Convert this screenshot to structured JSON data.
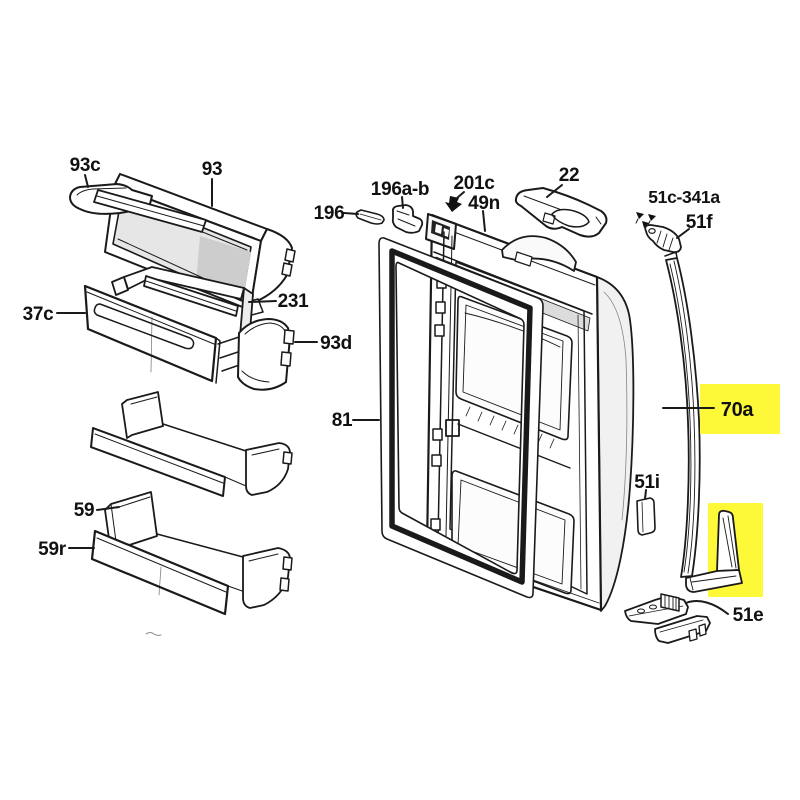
{
  "colors": {
    "background": "#ffffff",
    "line": "#1a1a1a",
    "label_text": "#111111",
    "highlight": "#fdf838"
  },
  "highlighted_labels": [
    "70a"
  ],
  "parts": [
    {
      "id": "93c",
      "label": "93c"
    },
    {
      "id": "93",
      "label": "93"
    },
    {
      "id": "37c",
      "label": "37c"
    },
    {
      "id": "231",
      "label": "231"
    },
    {
      "id": "93d",
      "label": "93d"
    },
    {
      "id": "59",
      "label": "59"
    },
    {
      "id": "59r",
      "label": "59r"
    },
    {
      "id": "196",
      "label": "196"
    },
    {
      "id": "196a-b",
      "label": "196a-b"
    },
    {
      "id": "201c",
      "label": "201c"
    },
    {
      "id": "49n",
      "label": "49n"
    },
    {
      "id": "22",
      "label": "22"
    },
    {
      "id": "81",
      "label": "81"
    },
    {
      "id": "51c-341a",
      "label": "51c-341a"
    },
    {
      "id": "51f",
      "label": "51f"
    },
    {
      "id": "70a",
      "label": "70a"
    },
    {
      "id": "51i",
      "label": "51i"
    },
    {
      "id": "51e",
      "label": "51e"
    }
  ]
}
